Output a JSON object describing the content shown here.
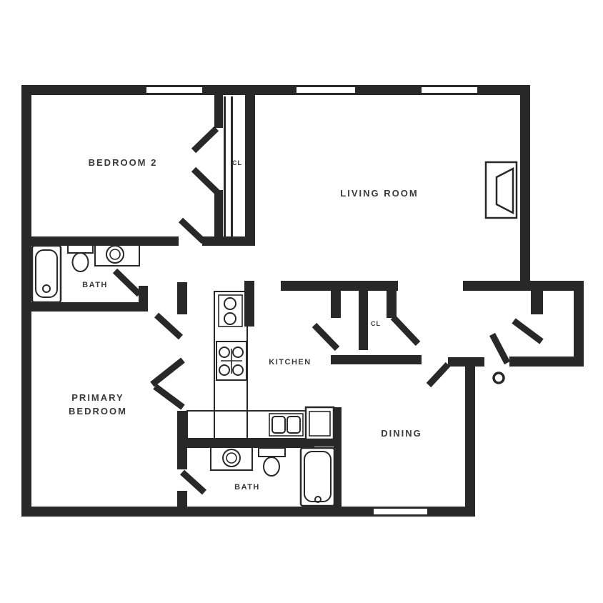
{
  "colors": {
    "wall": "#282828",
    "label": "#3a3a3a",
    "background": "#ffffff"
  },
  "floor_plan": {
    "type": "residential-apartment-floor-plan",
    "rooms": {
      "bedroom2": "BEDROOM 2",
      "living_room": "LIVING ROOM",
      "bedroom_closet": "CL",
      "bath1": "BATH",
      "kitchen": "KITCHEN",
      "hall_closet": "CL",
      "primary_bedroom_line1": "PRIMARY",
      "primary_bedroom_line2": "BEDROOM",
      "dining": "DINING",
      "bath2": "BATH"
    },
    "fixtures": [
      "bathtub",
      "toilet",
      "vanity-sink",
      "kitchen-sink",
      "stove",
      "refrigerator",
      "fireplace",
      "door-swing",
      "window",
      "door-knob"
    ]
  }
}
